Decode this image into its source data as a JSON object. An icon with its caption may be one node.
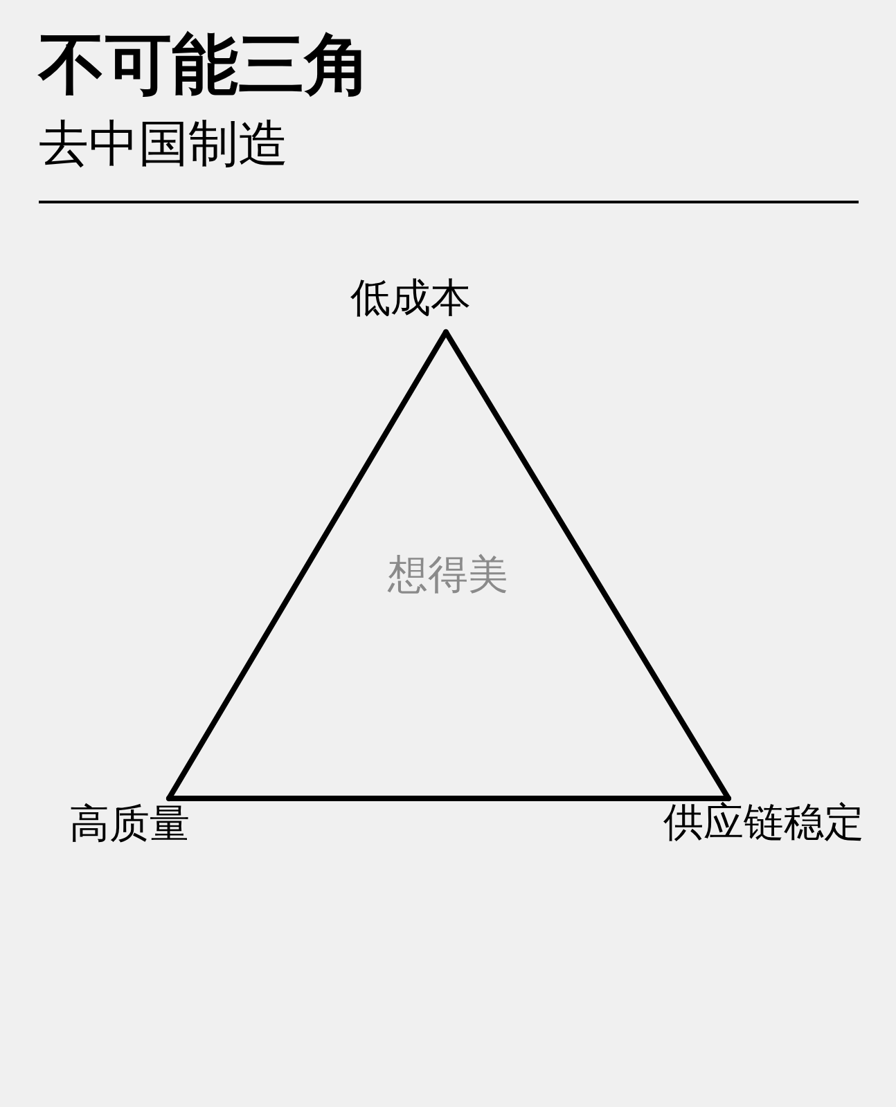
{
  "diagram": {
    "title": "不可能三角",
    "nodes": [
      {
        "text": [
          "低成本"
        ]
      },
      {
        "text": [
          "高质量"
        ]
      },
      {
        "text": [
          "供应链稳定"
        ]
      }
    ],
    "edges": [
      {
        "from": 0,
        "to": 1,
        "arrow": "none"
      },
      {
        "from": 1,
        "to": 2,
        "arrow": "none"
      },
      {
        "from": 2,
        "to": 0,
        "arrow": "none"
      }
    ],
    "labels": [
      "去中国制造",
      "想得美"
    ]
  }
}
